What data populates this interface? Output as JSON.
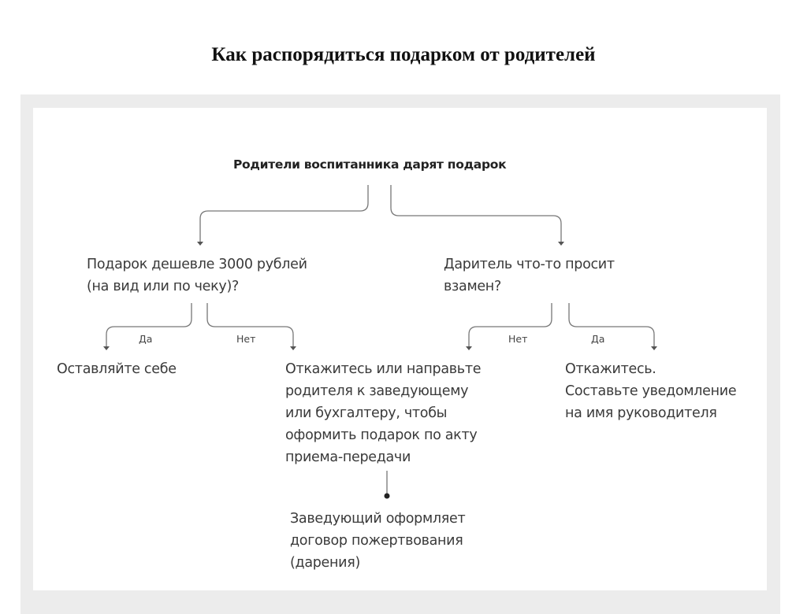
{
  "title": "Как распорядиться подарком от родителей",
  "root": "Родители воспитанника дарят подарок",
  "question_left": "Подарок дешевле 3000 рублей\n(на вид или по чеку)?",
  "question_right": "Даритель что-то просит\nвзамен?",
  "labels": {
    "left_yes": "Да",
    "left_no": "Нет",
    "right_no": "Нет",
    "right_yes": "Да"
  },
  "leaf_keep": "Оставляйте себе",
  "leaf_refuse_or_transfer": "Откажитесь или направьте\nродителя к заведующему\nили бухгалтеру, чтобы\nоформить подарок по акту\nприема-передачи",
  "leaf_refuse_notify": "Откажитесь.\nСоставьте уведомление\nна имя руководителя",
  "leaf_donation": "Заведующий оформляет\nдоговор пожертвования\n(дарения)"
}
